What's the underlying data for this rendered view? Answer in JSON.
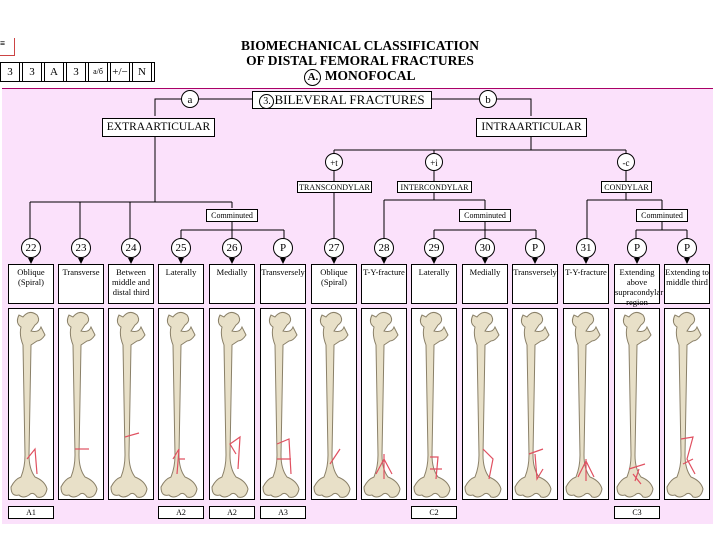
{
  "title": [
    "BIOMECHANICAL CLASSIFICATION",
    "OF DISTAL FEMORAL FRACTURES",
    "MONOFOCAL"
  ],
  "title_letter": "A.",
  "code_table": [
    "3",
    "3",
    "A",
    "3",
    "a/б",
    "+/−",
    "N"
  ],
  "root": {
    "num": "3.",
    "label": "BILEVERAL FRACTURES"
  },
  "branches": {
    "a": "a",
    "b": "b",
    "extra": "EXTRAARTICULAR",
    "intra": "INTRAARTICULAR"
  },
  "subgroups": {
    "t": "+t",
    "i": "+i",
    "c": "-c",
    "trans": "TRANSCONDYLAR",
    "inter": "INTERCONDYLAR",
    "cond": "CONDYLAR",
    "comminuted": "Comminuted"
  },
  "columns": [
    {
      "num": "22",
      "desc": "Oblique (Spiral)",
      "code": "A1"
    },
    {
      "num": "23",
      "desc": "Transverse",
      "code": ""
    },
    {
      "num": "24",
      "desc": "Between middle and distal third",
      "code": ""
    },
    {
      "num": "25",
      "desc": "Laterally",
      "code": "A2"
    },
    {
      "num": "26",
      "desc": "Medially",
      "code": "A2"
    },
    {
      "num": "P",
      "desc": "Transversely",
      "code": "A3"
    },
    {
      "num": "27",
      "desc": "Oblique (Spiral)",
      "code": ""
    },
    {
      "num": "28",
      "desc": "T-Y-fracture",
      "code": ""
    },
    {
      "num": "29",
      "desc": "Laterally",
      "code": "C2"
    },
    {
      "num": "30",
      "desc": "Medially",
      "code": ""
    },
    {
      "num": "P",
      "desc": "Transversely",
      "code": ""
    },
    {
      "num": "31",
      "desc": "T-Y-fracture",
      "code": ""
    },
    {
      "num": "P",
      "desc": "Extending above supracondylar region",
      "code": "C3"
    },
    {
      "num": "P",
      "desc": "Extending to middle third",
      "code": ""
    }
  ],
  "colors": {
    "background": "#fbe1fb",
    "bone": "#e8e0c8",
    "fracture": "#e05060"
  }
}
